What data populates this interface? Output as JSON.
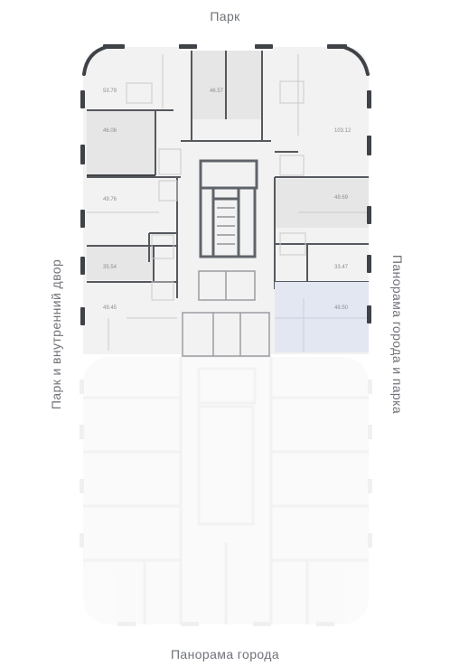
{
  "compass": {
    "top": "Парк",
    "bottom": "Панорама города",
    "left": "Парк и внутренний двор",
    "right": "Панорама города и парка"
  },
  "units": [
    {
      "id": "u1",
      "area": "53.79",
      "selected": false
    },
    {
      "id": "u2",
      "area": "46.57",
      "selected": false
    },
    {
      "id": "u3",
      "area": "103.12",
      "selected": false
    },
    {
      "id": "u4",
      "area": "46.06",
      "selected": false
    },
    {
      "id": "u5",
      "area": "49.76",
      "selected": false
    },
    {
      "id": "u6",
      "area": "49.69",
      "selected": false
    },
    {
      "id": "u7",
      "area": "35.54",
      "selected": false
    },
    {
      "id": "u8",
      "area": "33.47",
      "selected": false
    },
    {
      "id": "u9",
      "area": "49.45",
      "selected": false
    },
    {
      "id": "u10",
      "area": "49.50",
      "selected": true
    }
  ],
  "colors": {
    "unit_fill": "#f2f2f2",
    "unit_shaded": "#e6e6e6",
    "unit_selected": "#e3e7f1",
    "wall": "#55585d",
    "window": "#3f4246",
    "core": "#60646a"
  }
}
